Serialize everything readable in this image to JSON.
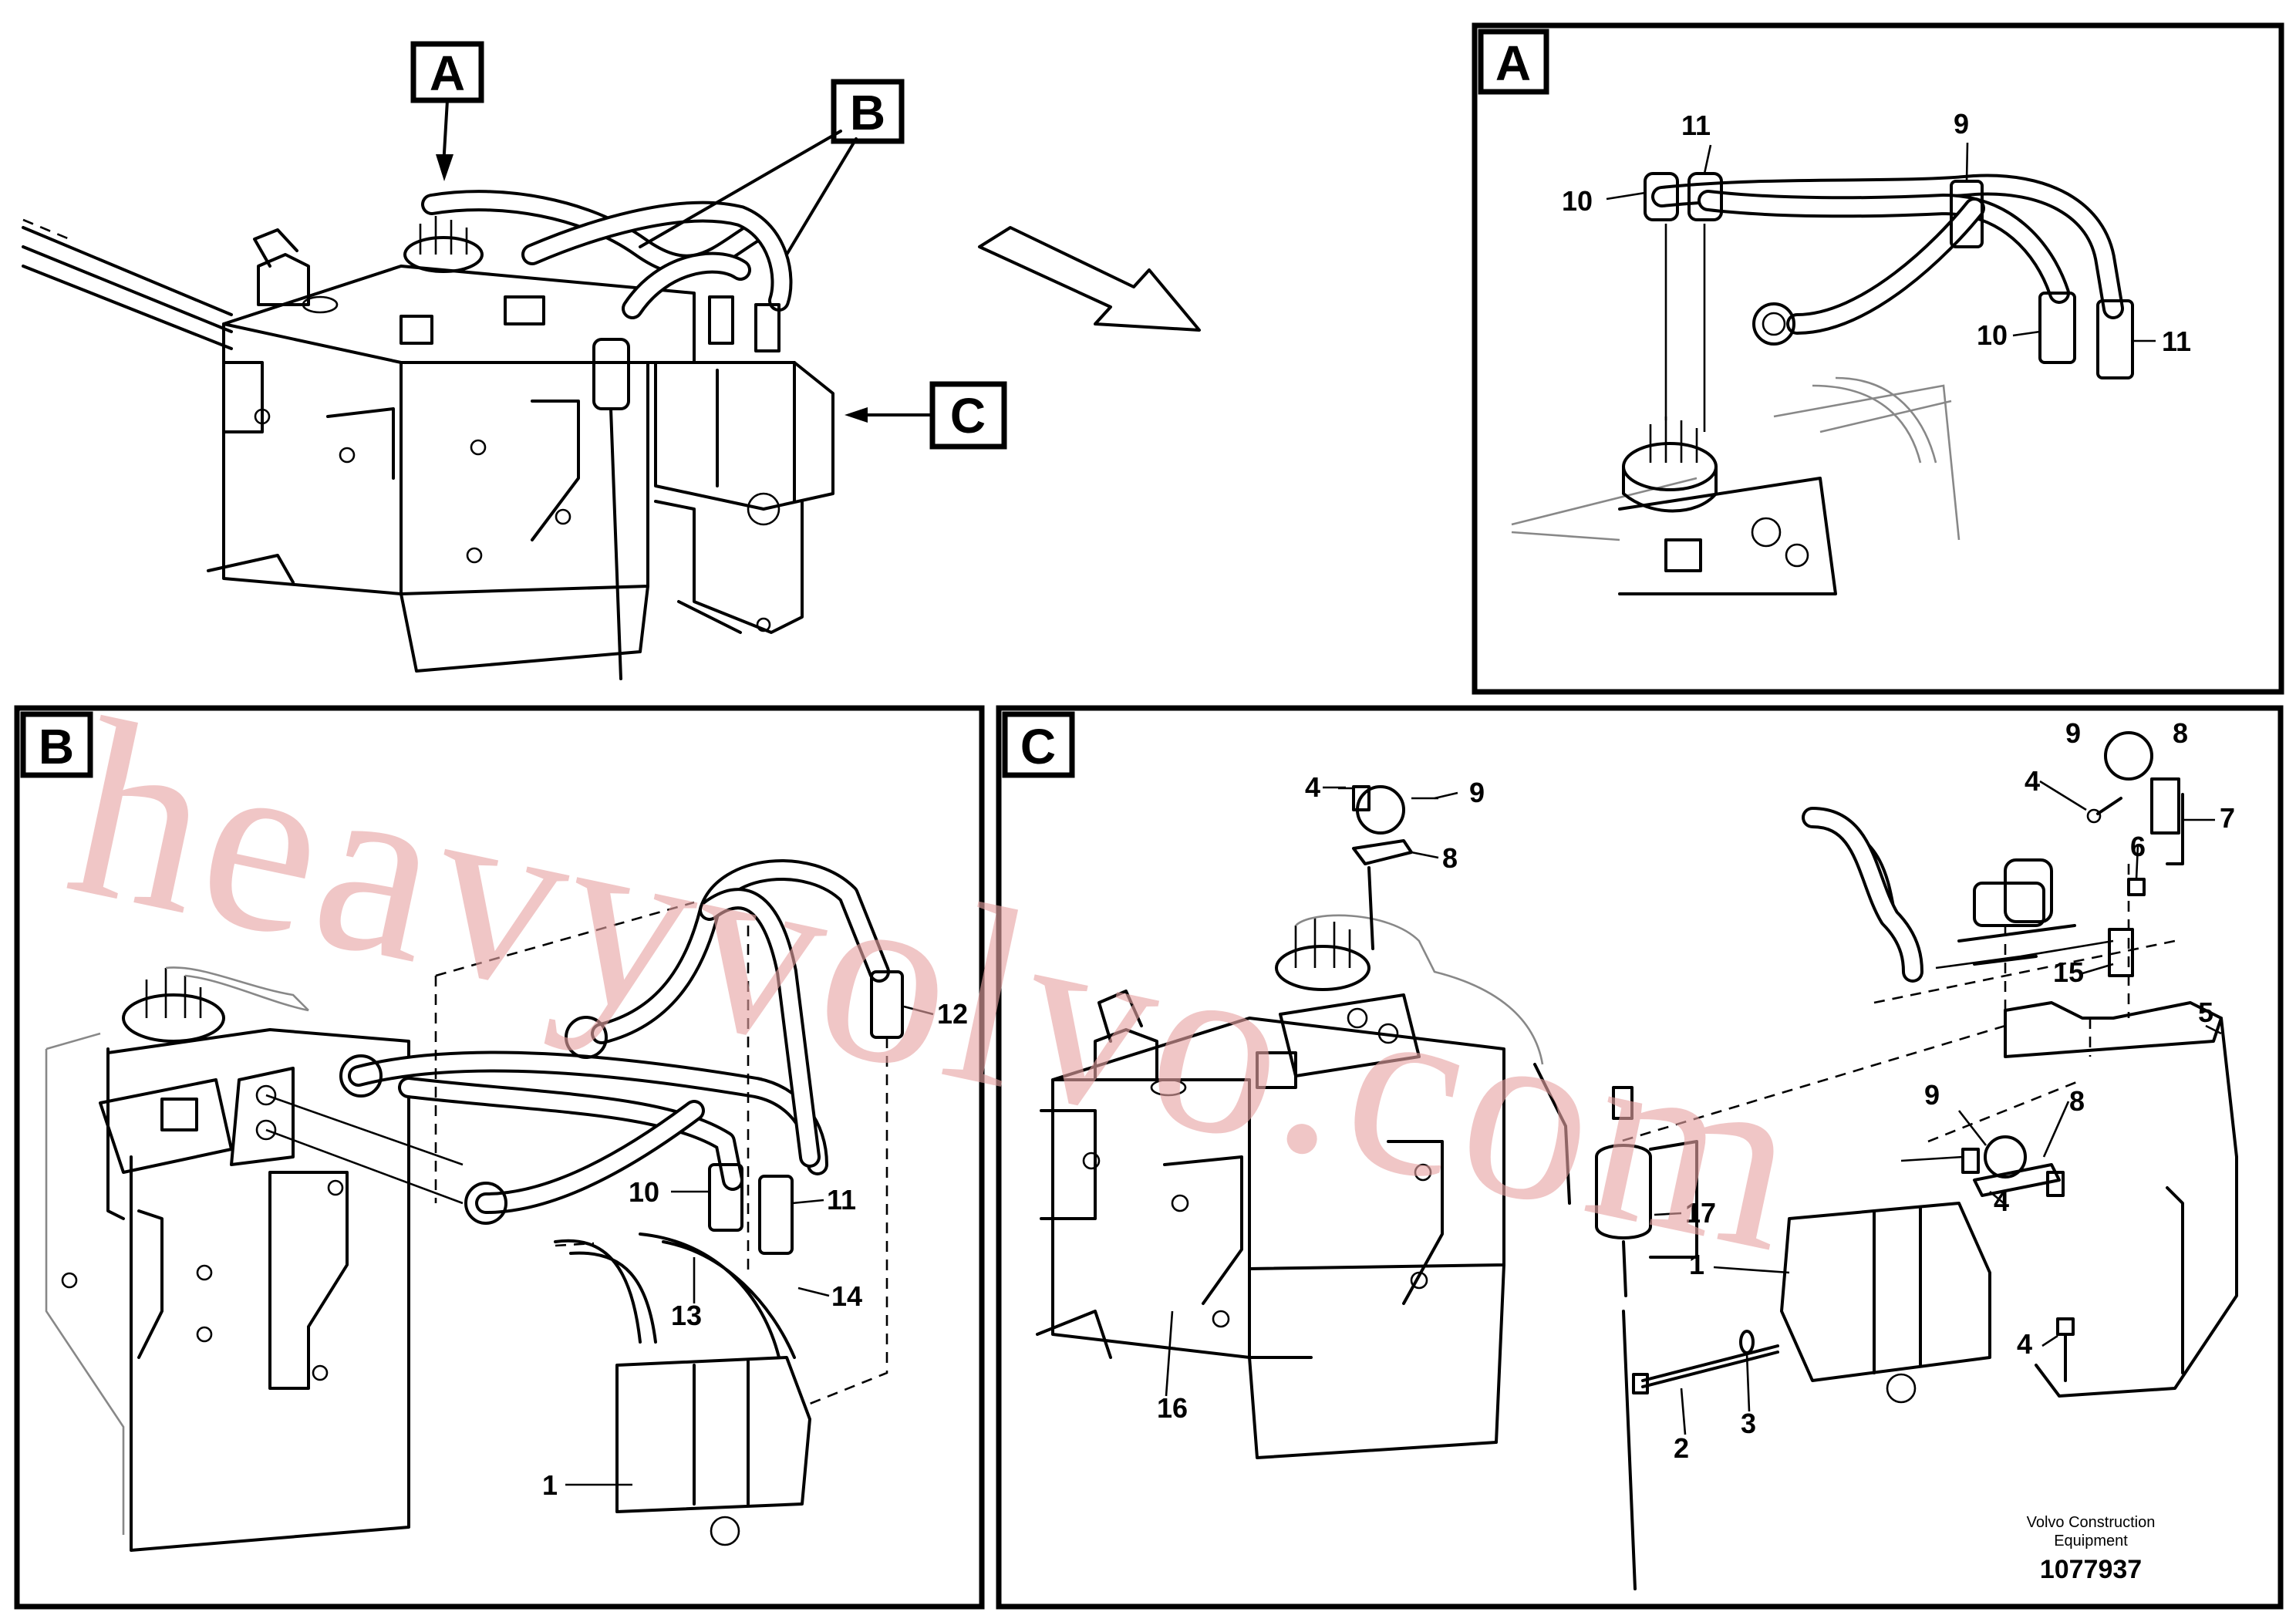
{
  "views": {
    "main": {
      "callout_a": "A",
      "callout_b": "B",
      "callout_c": "C"
    },
    "detail_a": {
      "title": "A",
      "parts": {
        "p9": "9",
        "p10_top": "10",
        "p11_top": "11",
        "p10_bottom": "10",
        "p11_bottom": "11"
      }
    },
    "detail_b": {
      "title": "B",
      "parts": {
        "p12": "12",
        "p10": "10",
        "p11": "11",
        "p13": "13",
        "p14": "14",
        "p1": "1"
      }
    },
    "detail_c": {
      "title": "C",
      "parts": {
        "p4a": "4",
        "p9a": "9",
        "p8a": "8",
        "p9b": "9",
        "p8b": "8",
        "p4b": "4",
        "p7": "7",
        "p6": "6",
        "p15": "15",
        "p5": "5",
        "p17": "17",
        "p16": "16",
        "p9c": "9",
        "p8c": "8",
        "p4c": "4",
        "p1": "1",
        "p2": "2",
        "p3": "3",
        "p4d": "4"
      }
    }
  },
  "footer": {
    "company_line1": "Volvo Construction",
    "company_line2": "Equipment",
    "drawing_number": "1077937"
  },
  "watermark": "heavyvolvo.com"
}
